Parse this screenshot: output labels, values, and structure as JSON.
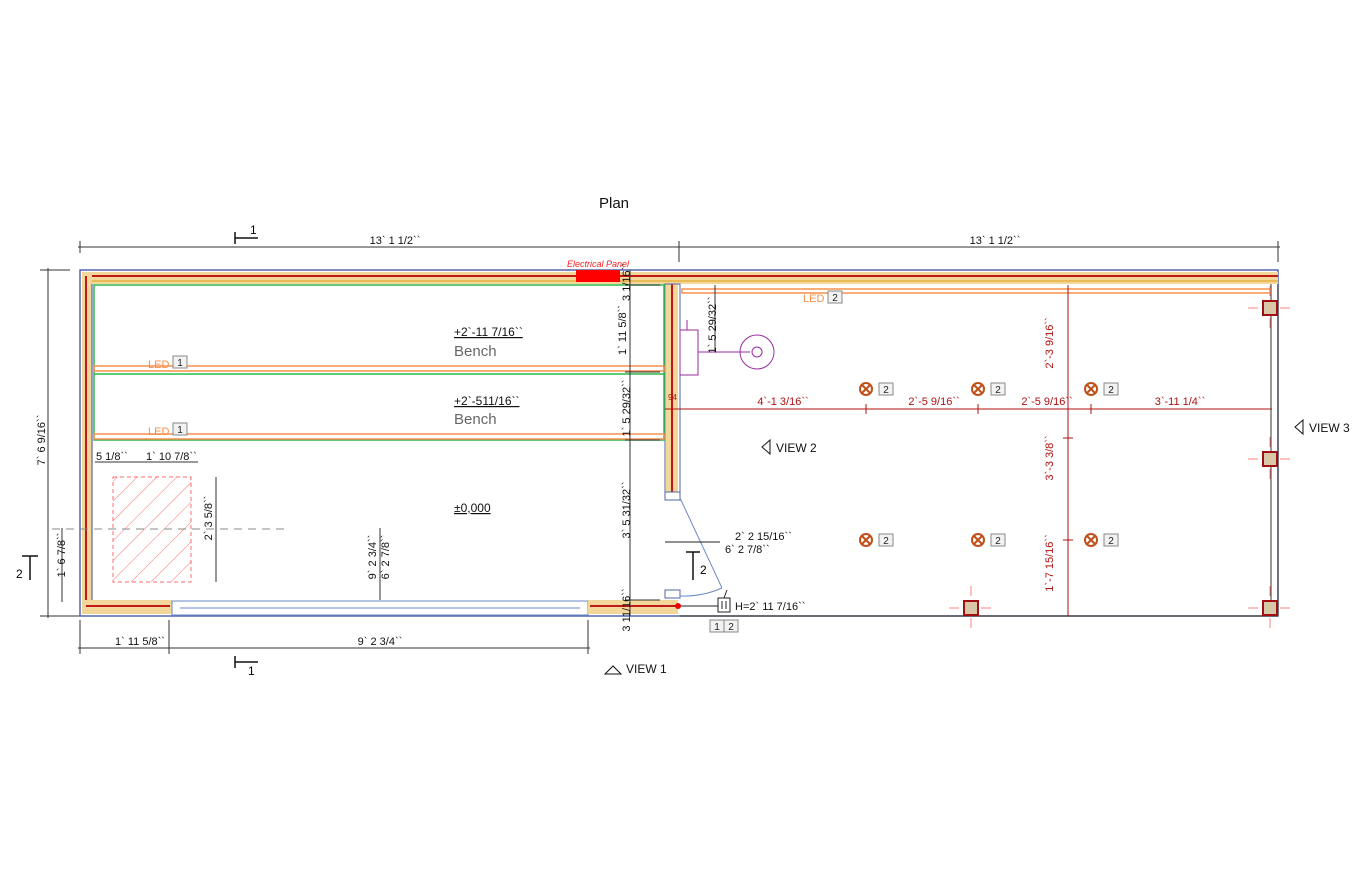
{
  "title": "Plan",
  "dimensions": {
    "top_left": "13` 1 1/2``",
    "top_right": "13` 1 1/2``",
    "left_height": "7` 6 9/16``",
    "left_small": "1` 6 7/8``",
    "bottom_left": "1` 11 5/8``",
    "bottom_window": "9` 2 3/4``",
    "v_top": "3 1/16``",
    "v_bench1": "1` 11 5/8``",
    "v_bench2": "1` 5 29/32``",
    "v_floor": "3` 5 31/32``",
    "v_bottom": "3 11/16``",
    "sink_offset": "1` 5 29/32``",
    "rect_x": "5 1/8``",
    "rect_w": "1` 10 7/8``",
    "rect_h": "2` 3 5/8``",
    "room_w": "9` 2 3/4``",
    "room_h": "6` 2 7/8``",
    "door_a": "2` 2 15/16``",
    "door_b": "6` 2 7/8``",
    "switch_height": "H=2` 11 7/16``",
    "small_94": "94"
  },
  "red_dimensions": {
    "h1": "4`-1 3/16``",
    "h2": "2`-5 9/16``",
    "h3": "2`-5 9/16``",
    "h4": "3`-11 1/4``",
    "v1": "2`-3 9/16``",
    "v2": "3`-3 3/8``",
    "v3": "1`-7 15/16``"
  },
  "labels": {
    "electrical_panel": "Electrical Panel",
    "bench1_level": "+2`-11 7/16``",
    "bench1_name": "Bench",
    "bench2_level": "+2`-511/16``",
    "bench2_name": "Bench",
    "floor_level": "±0,000",
    "led1a": "LED",
    "led1a_tag": "1",
    "led1b": "LED",
    "led1b_tag": "1",
    "led2": "LED",
    "led2_tag": "2",
    "light_tag": "2",
    "switch_tag1": "1",
    "switch_tag2": "2"
  },
  "views": {
    "view1": "VIEW 1",
    "view2": "VIEW 2",
    "view3": "VIEW 3"
  },
  "sections": {
    "s1_top": "1",
    "s1_bottom": "1",
    "s2_left": "2",
    "s2_door": "2"
  },
  "colors": {
    "wall_outline": "#5566aa",
    "wall_core": "#c01818",
    "insulation": "#e8b040",
    "led": "#f5904a",
    "bench": "#2db84a",
    "dimension_red": "#b01010",
    "panel": "#ff0000",
    "fixture": "#c0501a",
    "sink": "#9b2aa0"
  }
}
